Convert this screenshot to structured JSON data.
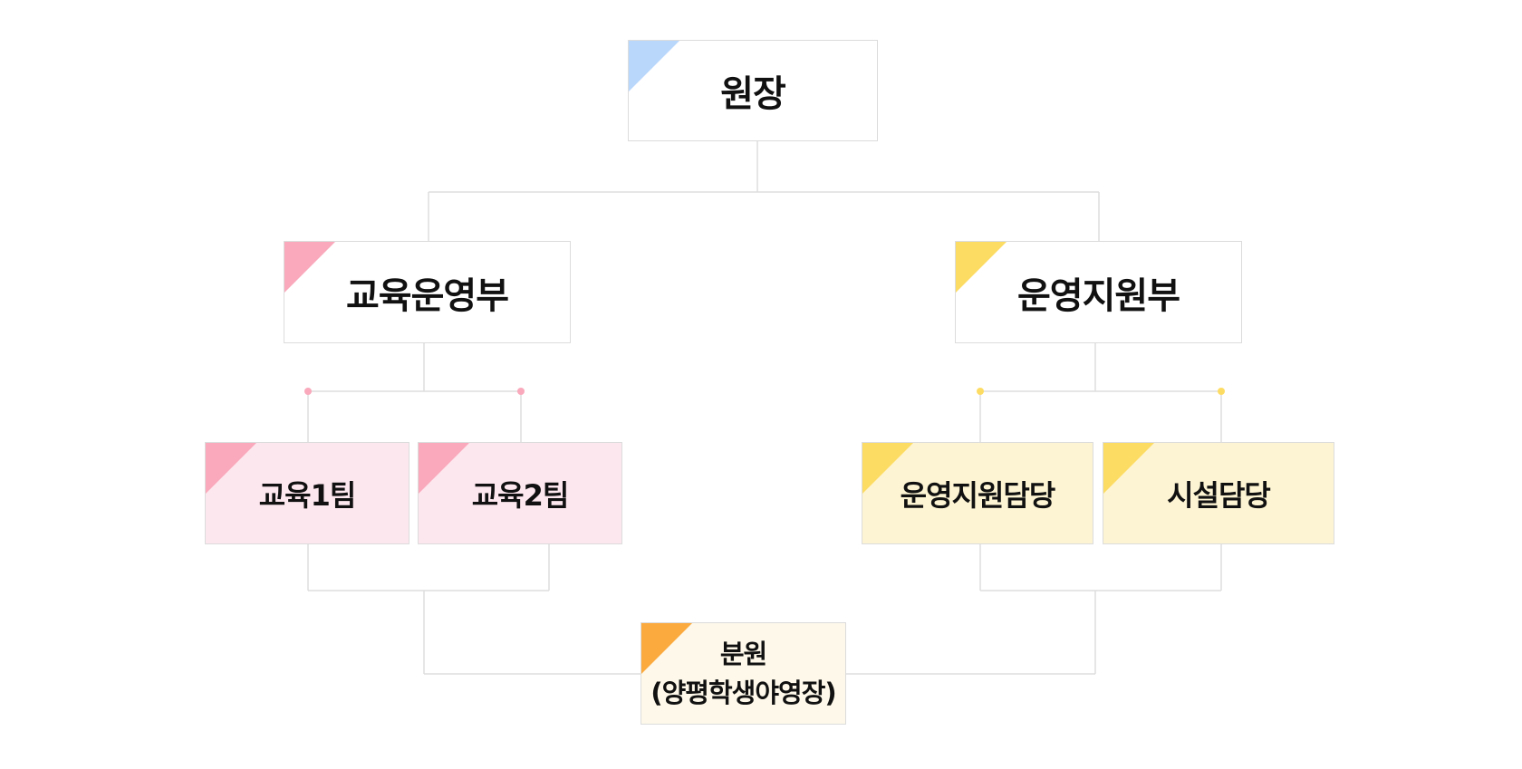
{
  "colors": {
    "line": "#dedede",
    "blue_tab": "#b9d7fb",
    "pink_tab": "#f9a9bb",
    "pink_fill": "#fde7ee",
    "yellow_tab": "#fddc64",
    "yellow_fill": "#fdf4d3",
    "orange_tab": "#fbaa3e",
    "cream_fill": "#fdf8e9"
  },
  "director": {
    "label": "원장",
    "tab_color": "blue_tab"
  },
  "departments": [
    {
      "label": "교육운영부",
      "tab_color": "pink_tab",
      "teams": [
        {
          "label": "교육1팀"
        },
        {
          "label": "교육2팀"
        }
      ]
    },
    {
      "label": "운영지원부",
      "tab_color": "yellow_tab",
      "teams": [
        {
          "label": "운영지원담당"
        },
        {
          "label": "시설담당"
        }
      ]
    }
  ],
  "branch": {
    "label": "분원\n(양평학생야영장)",
    "tab_color": "orange_tab"
  }
}
